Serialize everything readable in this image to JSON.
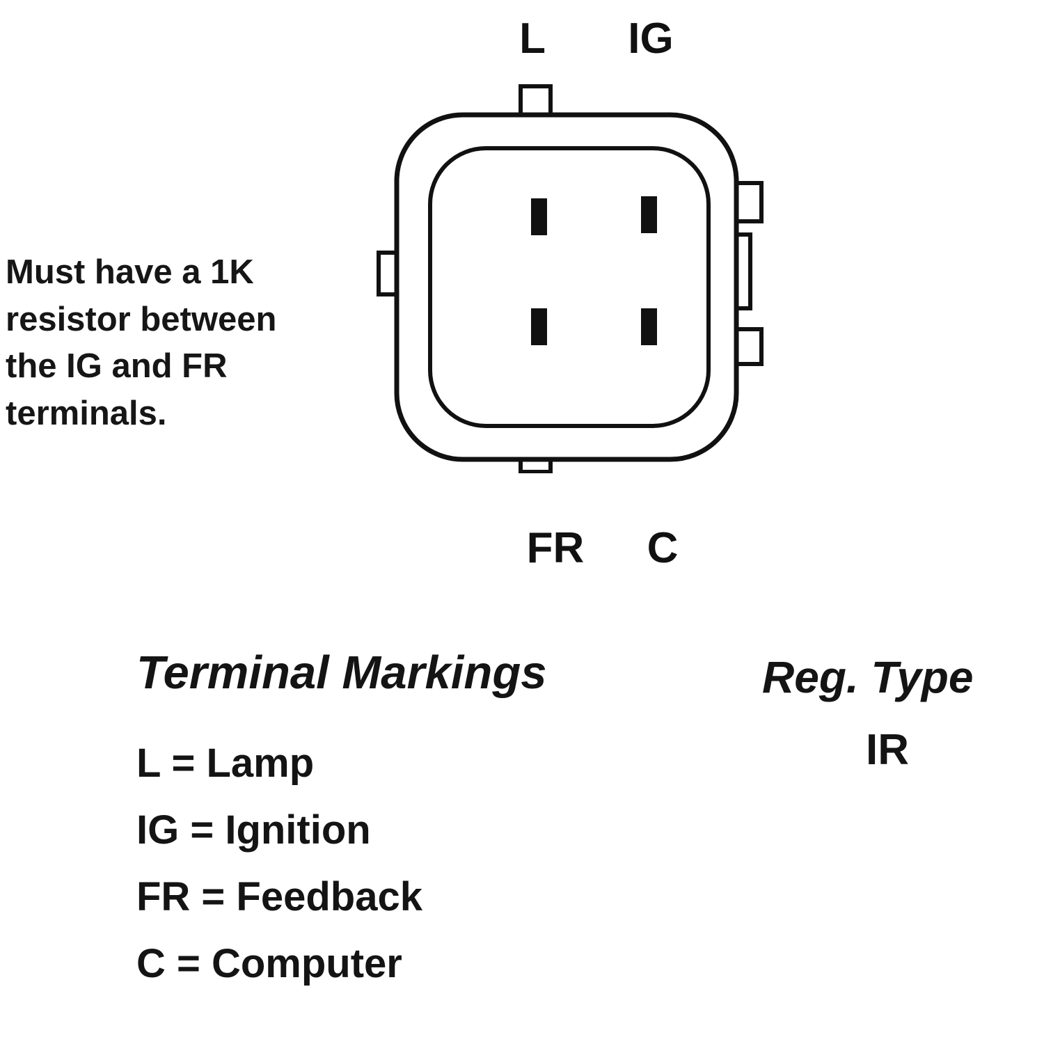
{
  "colors": {
    "ink": "#111111",
    "background": "#ffffff"
  },
  "note": {
    "text": "Must have a 1K resistor between the IG and FR terminals."
  },
  "connector": {
    "pin_labels": {
      "top": [
        "L",
        "IG"
      ],
      "bottom": [
        "FR",
        "C"
      ]
    }
  },
  "legend": {
    "title": "Terminal Markings",
    "items": [
      "L = Lamp",
      "IG = Ignition",
      "FR = Feedback",
      "C = Computer"
    ]
  },
  "reg_type": {
    "label": "Reg. Type",
    "value": "IR"
  }
}
